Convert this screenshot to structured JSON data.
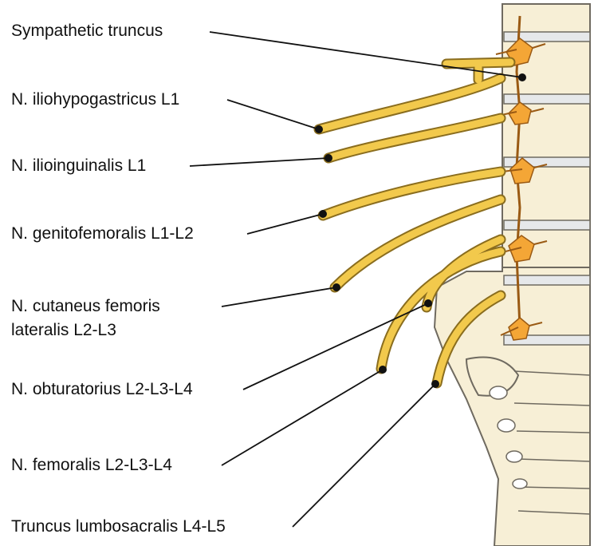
{
  "labels": [
    {
      "id": "sympathetic",
      "text": "Sympathetic truncus"
    },
    {
      "id": "iliohypogastricus",
      "text": "N. iliohypogastricus L1"
    },
    {
      "id": "ilioinguinalis",
      "text": "N. ilioinguinalis L1"
    },
    {
      "id": "genitofemoralis",
      "text": "N. genitofemoralis L1-L2"
    },
    {
      "id": "cutaneus_line1",
      "text": "N. cutaneus femoris"
    },
    {
      "id": "cutaneus_line2",
      "text": "lateralis L2-L3"
    },
    {
      "id": "obturatorius",
      "text": "N. obturatorius L2-L3-L4"
    },
    {
      "id": "femoralis",
      "text": "N. femoralis L2-L3-L4"
    },
    {
      "id": "lumbosacralis",
      "text": "Truncus lumbosacralis L4-L5"
    }
  ],
  "colors": {
    "bone": "#f7efd6",
    "bone_outline": "#6f6a60",
    "disc": "#e6e8ea",
    "nerve": "#f2c94c",
    "nerve_outline": "#8a6d1e",
    "ganglion": "#f4a636",
    "ganglion_outline": "#9a5a14",
    "leader": "#111111"
  }
}
